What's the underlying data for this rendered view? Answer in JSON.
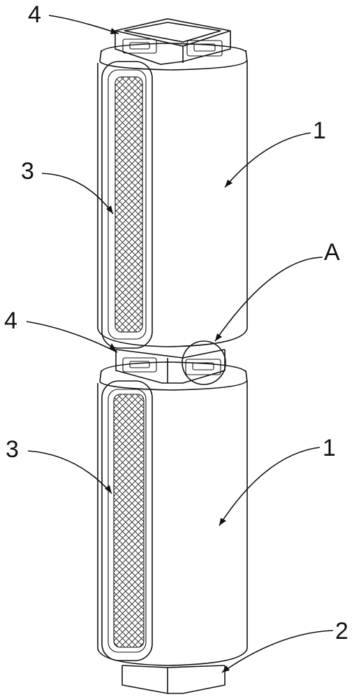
{
  "labels": {
    "top_connector": "4",
    "upper_body": "1",
    "upper_mesh": "3",
    "detail_a": "A",
    "middle_connector": "4",
    "lower_mesh": "3",
    "lower_body": "1",
    "bottom_base": "2"
  },
  "colors": {
    "stroke": "#111111",
    "background": "#ffffff"
  },
  "icons": [
    "mesh-window",
    "connector-slot",
    "detail-circle"
  ]
}
